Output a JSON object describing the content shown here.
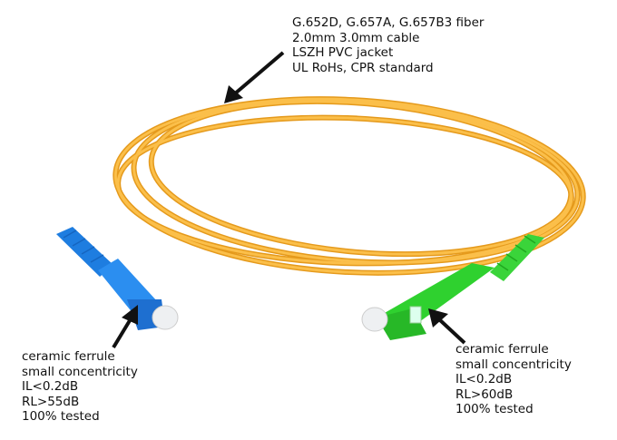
{
  "cable_spec": {
    "lines": [
      "G.652D, G.657A, G.657B3 fiber",
      "2.0mm 3.0mm cable",
      "LSZH PVC jacket",
      "UL RoHs, CPR standard"
    ]
  },
  "left_connector": {
    "color": "#1e7de0",
    "lines": [
      "ceramic ferrule",
      "small concentricity",
      "IL<0.2dB",
      "RL>55dB",
      "100% tested"
    ]
  },
  "right_connector": {
    "color": "#2fd12f",
    "lines": [
      "ceramic ferrule",
      "small concentricity",
      "IL<0.2dB",
      "RL>60dB",
      "100% tested"
    ]
  },
  "cable_color": "#f5a623"
}
